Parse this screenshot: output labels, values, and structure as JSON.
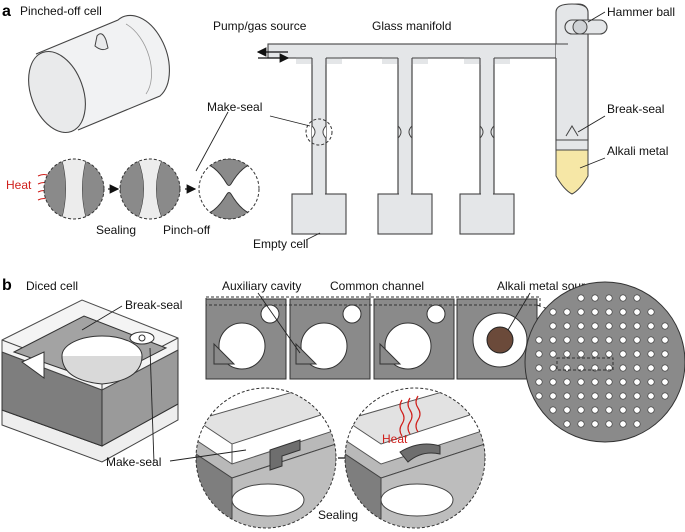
{
  "panel_a": {
    "letter": "a",
    "labels": {
      "pinched_off_cell": "Pinched-off cell",
      "pump_gas_source": "Pump/gas source",
      "glass_manifold": "Glass manifold",
      "hammer_ball": "Hammer ball",
      "make_seal": "Make-seal",
      "break_seal": "Break-seal",
      "alkali_metal": "Alkali metal",
      "heat": "Heat",
      "sealing": "Sealing",
      "pinch_off": "Pinch-off",
      "empty_cell": "Empty cell"
    }
  },
  "panel_b": {
    "letter": "b",
    "labels": {
      "diced_cell": "Diced cell",
      "break_seal": "Break-seal",
      "auxiliary_cavity": "Auxiliary cavity",
      "common_channel": "Common channel",
      "alkali_metal_source": "Alkali metal source",
      "make_seal": "Make-seal",
      "heat": "Heat",
      "sealing": "Sealing"
    }
  },
  "colors": {
    "heat": "#d0201c",
    "alkali_metal": "#f6e7a6",
    "glass": "#e4e6e8",
    "wafer": "#8a8a8a"
  }
}
